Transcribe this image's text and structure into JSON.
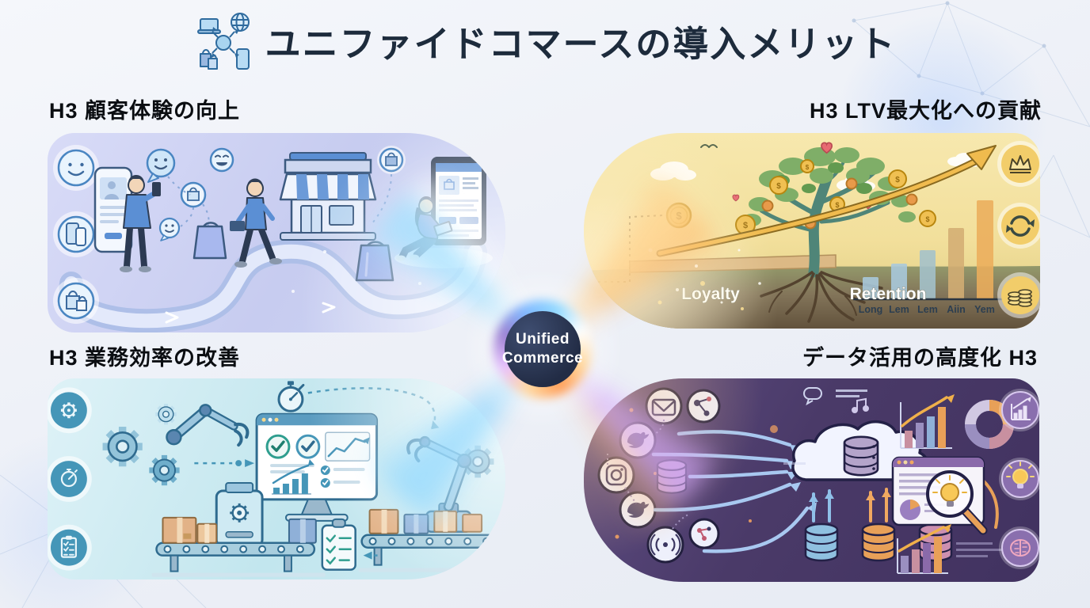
{
  "title": {
    "text": "ユニファイドコマースの導入メリット"
  },
  "hub": {
    "label_line1": "Unified",
    "label_line2": "Commerce"
  },
  "quadrants": {
    "customer_experience": {
      "heading": "H3 顧客体験の向上",
      "accent_color": "#c9cdf0",
      "side_icons": [
        "smiley-face-icon",
        "mobile-devices-icon",
        "shopping-bags-icon"
      ]
    },
    "ltv": {
      "heading": "H3 LTV最大化への貢献",
      "accent_color": "#f0d98c",
      "label_loyalty": "Loyalty",
      "label_retention": "Retention",
      "coin_symbol": "$",
      "side_icons": [
        "crown-icon",
        "repeat-cycle-icon",
        "coin-stack-icon"
      ],
      "chart_data": {
        "type": "bar",
        "categories": [
          "Long",
          "Lem",
          "Lem",
          "Aiin",
          "Yem"
        ],
        "values": [
          28,
          45,
          62,
          90,
          125
        ]
      }
    },
    "efficiency": {
      "heading": "H3 業務効率の改善",
      "accent_color": "#c6e7ee",
      "side_icons": [
        "gear-icon",
        "stopwatch-icon",
        "checklist-icon"
      ]
    },
    "data_utilization": {
      "heading": "データ活用の高度化 H3",
      "accent_color": "#4a3a68",
      "side_icons": [
        "bar-chart-growth-icon",
        "lightbulb-icon",
        "brain-icon"
      ]
    }
  }
}
